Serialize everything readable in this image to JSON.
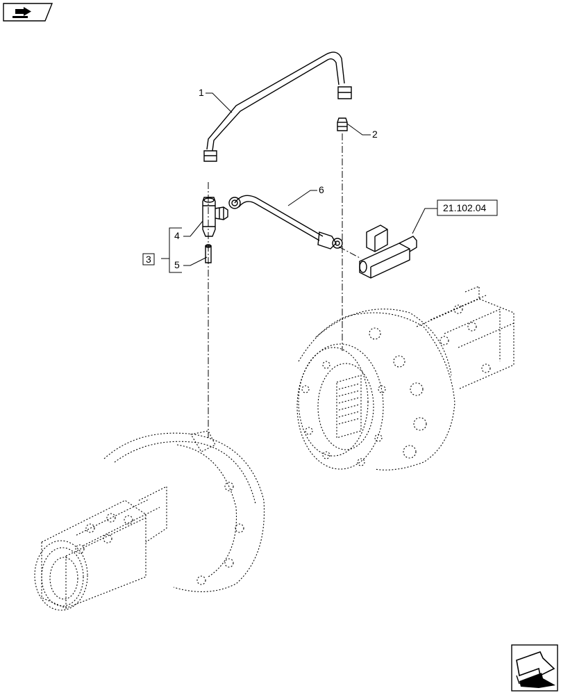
{
  "callouts": {
    "c1": "1",
    "c2": "2",
    "c3": "3",
    "c4": "4",
    "c5": "5",
    "c6": "6"
  },
  "reference": "21.102.04",
  "icons": {
    "top_left": "book-nav-icon",
    "bottom_right": "next-page-arrow-icon"
  }
}
